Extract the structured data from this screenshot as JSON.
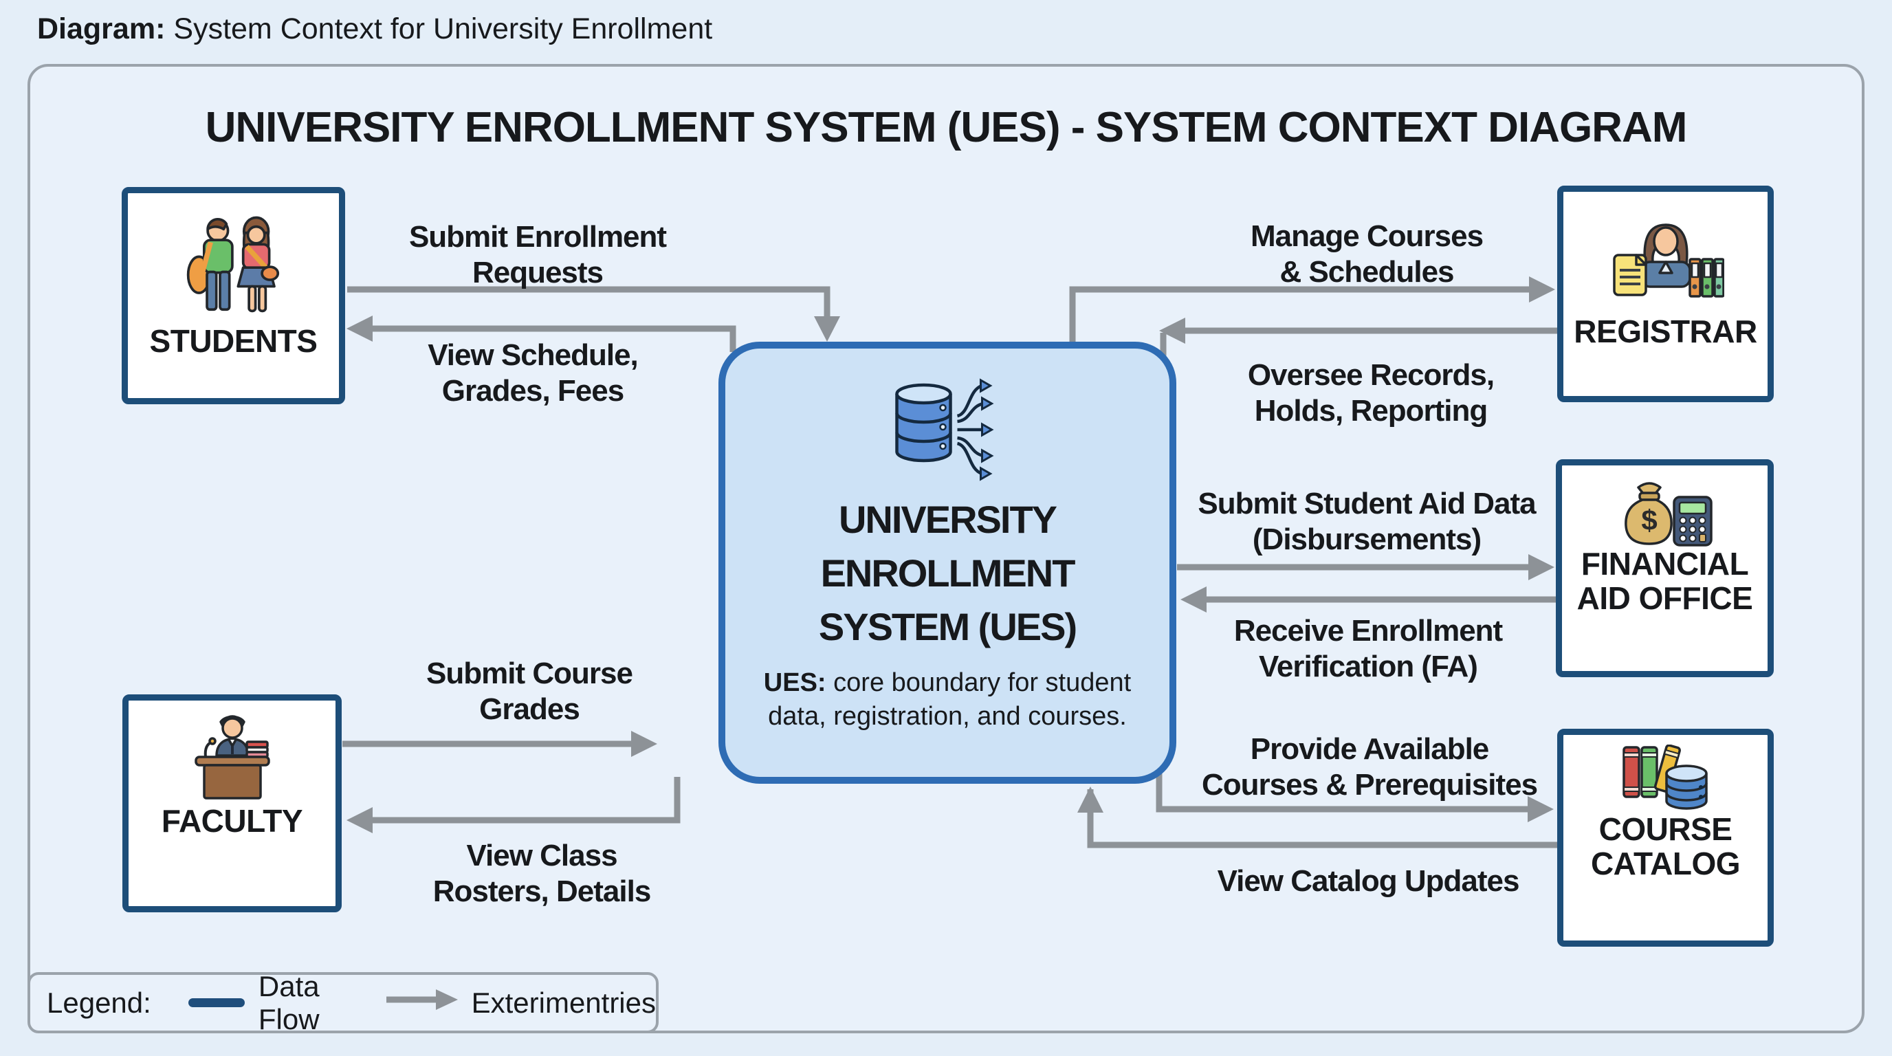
{
  "header": {
    "prefix": "Diagram:",
    "title": "System Context for University Enrollment"
  },
  "main_title": "UNIVERSITY ENROLLMENT SYSTEM (UES) - SYSTEM CONTEXT DIAGRAM",
  "center": {
    "icon": "database-dataflow-icon",
    "title_lines": [
      "UNIVERSITY",
      "ENROLLMENT",
      "SYSTEM (UES)"
    ],
    "desc_bold": "UES:",
    "desc_rest": " core boundary for student data, registration, and courses."
  },
  "entities": [
    {
      "id": "students",
      "icon": "students-icon",
      "label_lines": [
        "STUDENTS"
      ]
    },
    {
      "id": "faculty",
      "icon": "faculty-desk-icon",
      "label_lines": [
        "FACULTY"
      ]
    },
    {
      "id": "registrar",
      "icon": "registrar-icon",
      "label_lines": [
        "REGISTRAR"
      ]
    },
    {
      "id": "financial_aid",
      "icon": "money-calculator-icon",
      "label_lines": [
        "FINANCIAL",
        "AID OFFICE"
      ]
    },
    {
      "id": "course_catalog",
      "icon": "books-database-icon",
      "label_lines": [
        "COURSE",
        "CATALOG"
      ]
    }
  ],
  "flows": [
    {
      "id": "submit-enrollment-requests",
      "from": "students",
      "to": "ues",
      "lines": [
        "Submit Enrollment",
        "Requests"
      ]
    },
    {
      "id": "view-schedule-grades-fees",
      "from": "ues",
      "to": "students",
      "lines": [
        "View Schedule,",
        "Grades, Fees"
      ]
    },
    {
      "id": "submit-course-grades",
      "from": "faculty",
      "to": "ues",
      "lines": [
        "Submit Course",
        "Grades"
      ]
    },
    {
      "id": "view-class-rosters",
      "from": "ues",
      "to": "faculty",
      "lines": [
        "View Class",
        "Rosters, Details"
      ]
    },
    {
      "id": "manage-courses-schedules",
      "from": "ues",
      "to": "registrar",
      "lines": [
        "Manage Courses",
        "& Schedules"
      ]
    },
    {
      "id": "oversee-records",
      "from": "registrar",
      "to": "ues",
      "lines": [
        "Oversee Records,",
        "Holds, Reporting"
      ]
    },
    {
      "id": "submit-student-aid-data",
      "from": "ues",
      "to": "financial_aid",
      "lines": [
        "Submit Student Aid Data",
        "(Disbursements)"
      ]
    },
    {
      "id": "receive-enrollment-verification",
      "from": "financial_aid",
      "to": "ues",
      "lines": [
        "Receive Enrollment",
        "Verification (FA)"
      ]
    },
    {
      "id": "provide-available-courses",
      "from": "ues",
      "to": "course_catalog",
      "lines": [
        "Provide Available",
        "Courses & Prerequisites"
      ]
    },
    {
      "id": "view-catalog-updates",
      "from": "course_catalog",
      "to": "ues",
      "lines": [
        "View Catalog Updates"
      ]
    }
  ],
  "legend": {
    "title": "Legend:",
    "items": [
      {
        "symbol": "data-flow-line",
        "label": "Data Flow"
      },
      {
        "symbol": "external-arrow",
        "label": "Exterimentries"
      }
    ]
  },
  "icon_glyphs": {
    "dollar": "$"
  },
  "colors": {
    "background": "#e4eef8",
    "panel_fill": "#e9f1fa",
    "panel_border": "#9ba3ab",
    "entity_border": "#1d4e79",
    "entity_fill": "#ffffff",
    "center_fill": "#cde2f6",
    "center_border": "#2e6cb4",
    "arrow_gray": "#8d9297",
    "legend_line_blue": "#1f4e7c",
    "text": "#17191c"
  }
}
